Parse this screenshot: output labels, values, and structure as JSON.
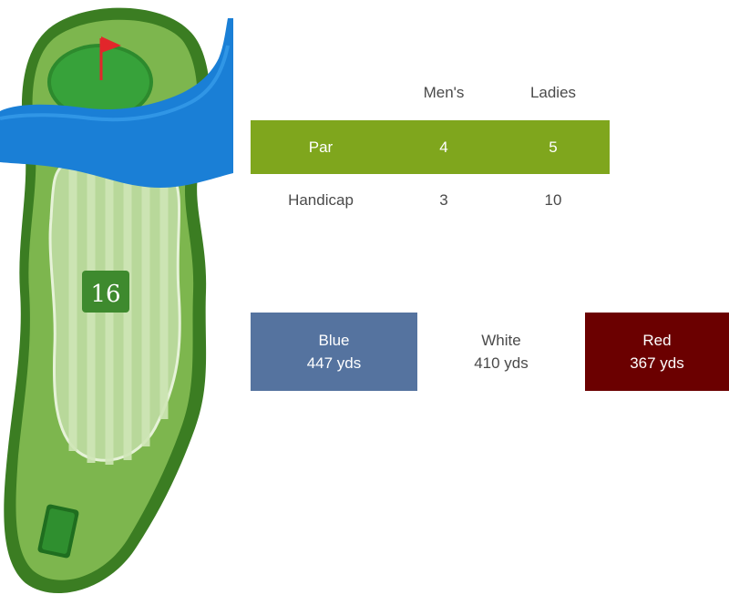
{
  "hole": {
    "number": "16",
    "icons": [
      "fairway-icon",
      "green-icon",
      "flag-icon",
      "water-hazard-icon",
      "tee-box-icon"
    ]
  },
  "table": {
    "headers": [
      "Men's",
      "Ladies"
    ],
    "rows": [
      {
        "label": "Par",
        "mens": "4",
        "ladies": "5"
      },
      {
        "label": "Handicap",
        "mens": "3",
        "ladies": "10"
      }
    ]
  },
  "tees": [
    {
      "name": "Blue",
      "distance": "447 yds",
      "color": "#55739f"
    },
    {
      "name": "White",
      "distance": "410 yds",
      "color": "#ffffff"
    },
    {
      "name": "Red",
      "distance": "367 yds",
      "color": "#6b0000"
    }
  ],
  "colors": {
    "par_row": "#7fa61d",
    "fairway": "#7db64e",
    "rough": "#3b7d22",
    "water": "#1a7fd6",
    "flag": "#e2262b"
  }
}
